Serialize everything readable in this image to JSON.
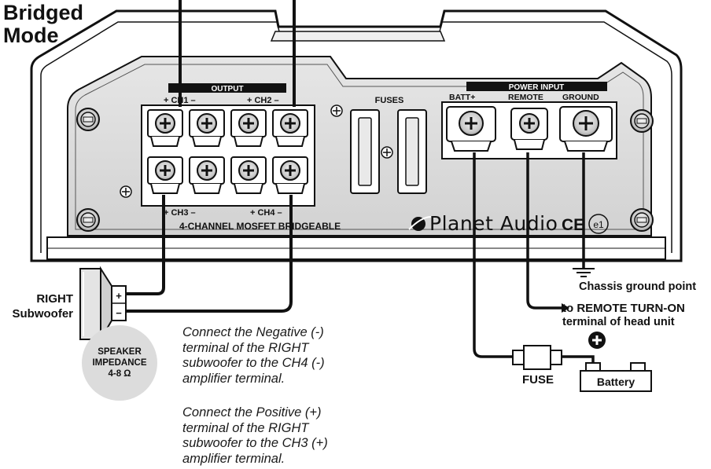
{
  "title": {
    "line1": "Bridged",
    "line2": "Mode"
  },
  "amplifier": {
    "output_header": "OUTPUT",
    "ch1": "+ CH1 –",
    "ch2": "+ CH2 –",
    "ch3": "+ CH3 –",
    "ch4": "+ CH4 –",
    "model_text": "4-CHANNEL MOSFET BRIDGEABLE",
    "fuses_label": "FUSES",
    "power_input_header": "POWER INPUT",
    "batt_label": "BATT+",
    "remote_label": "REMOTE",
    "ground_label": "GROUND",
    "brand": "Planet Audio",
    "ce_mark": "CE",
    "e_mark": "e1"
  },
  "speaker": {
    "label_line1": "RIGHT",
    "label_line2": "Subwoofer",
    "plus": "+",
    "minus": "−",
    "impedance_line1": "SPEAKER",
    "impedance_line2": "IMPEDANCE",
    "impedance_line3": "4-8 Ω"
  },
  "wiring": {
    "chassis_ground": "Chassis ground point",
    "remote_line1": "to REMOTE TURN-ON",
    "remote_line2": "terminal of head unit",
    "fuse_label": "FUSE",
    "battery_label": "Battery"
  },
  "notes": {
    "negative": "Connect the Negative (-) terminal of the RIGHT subwoofer to the CH4 (-) amplifier terminal.",
    "positive": "Connect the Positive (+) terminal of the RIGHT subwoofer to the CH3 (+) amplifier terminal."
  }
}
